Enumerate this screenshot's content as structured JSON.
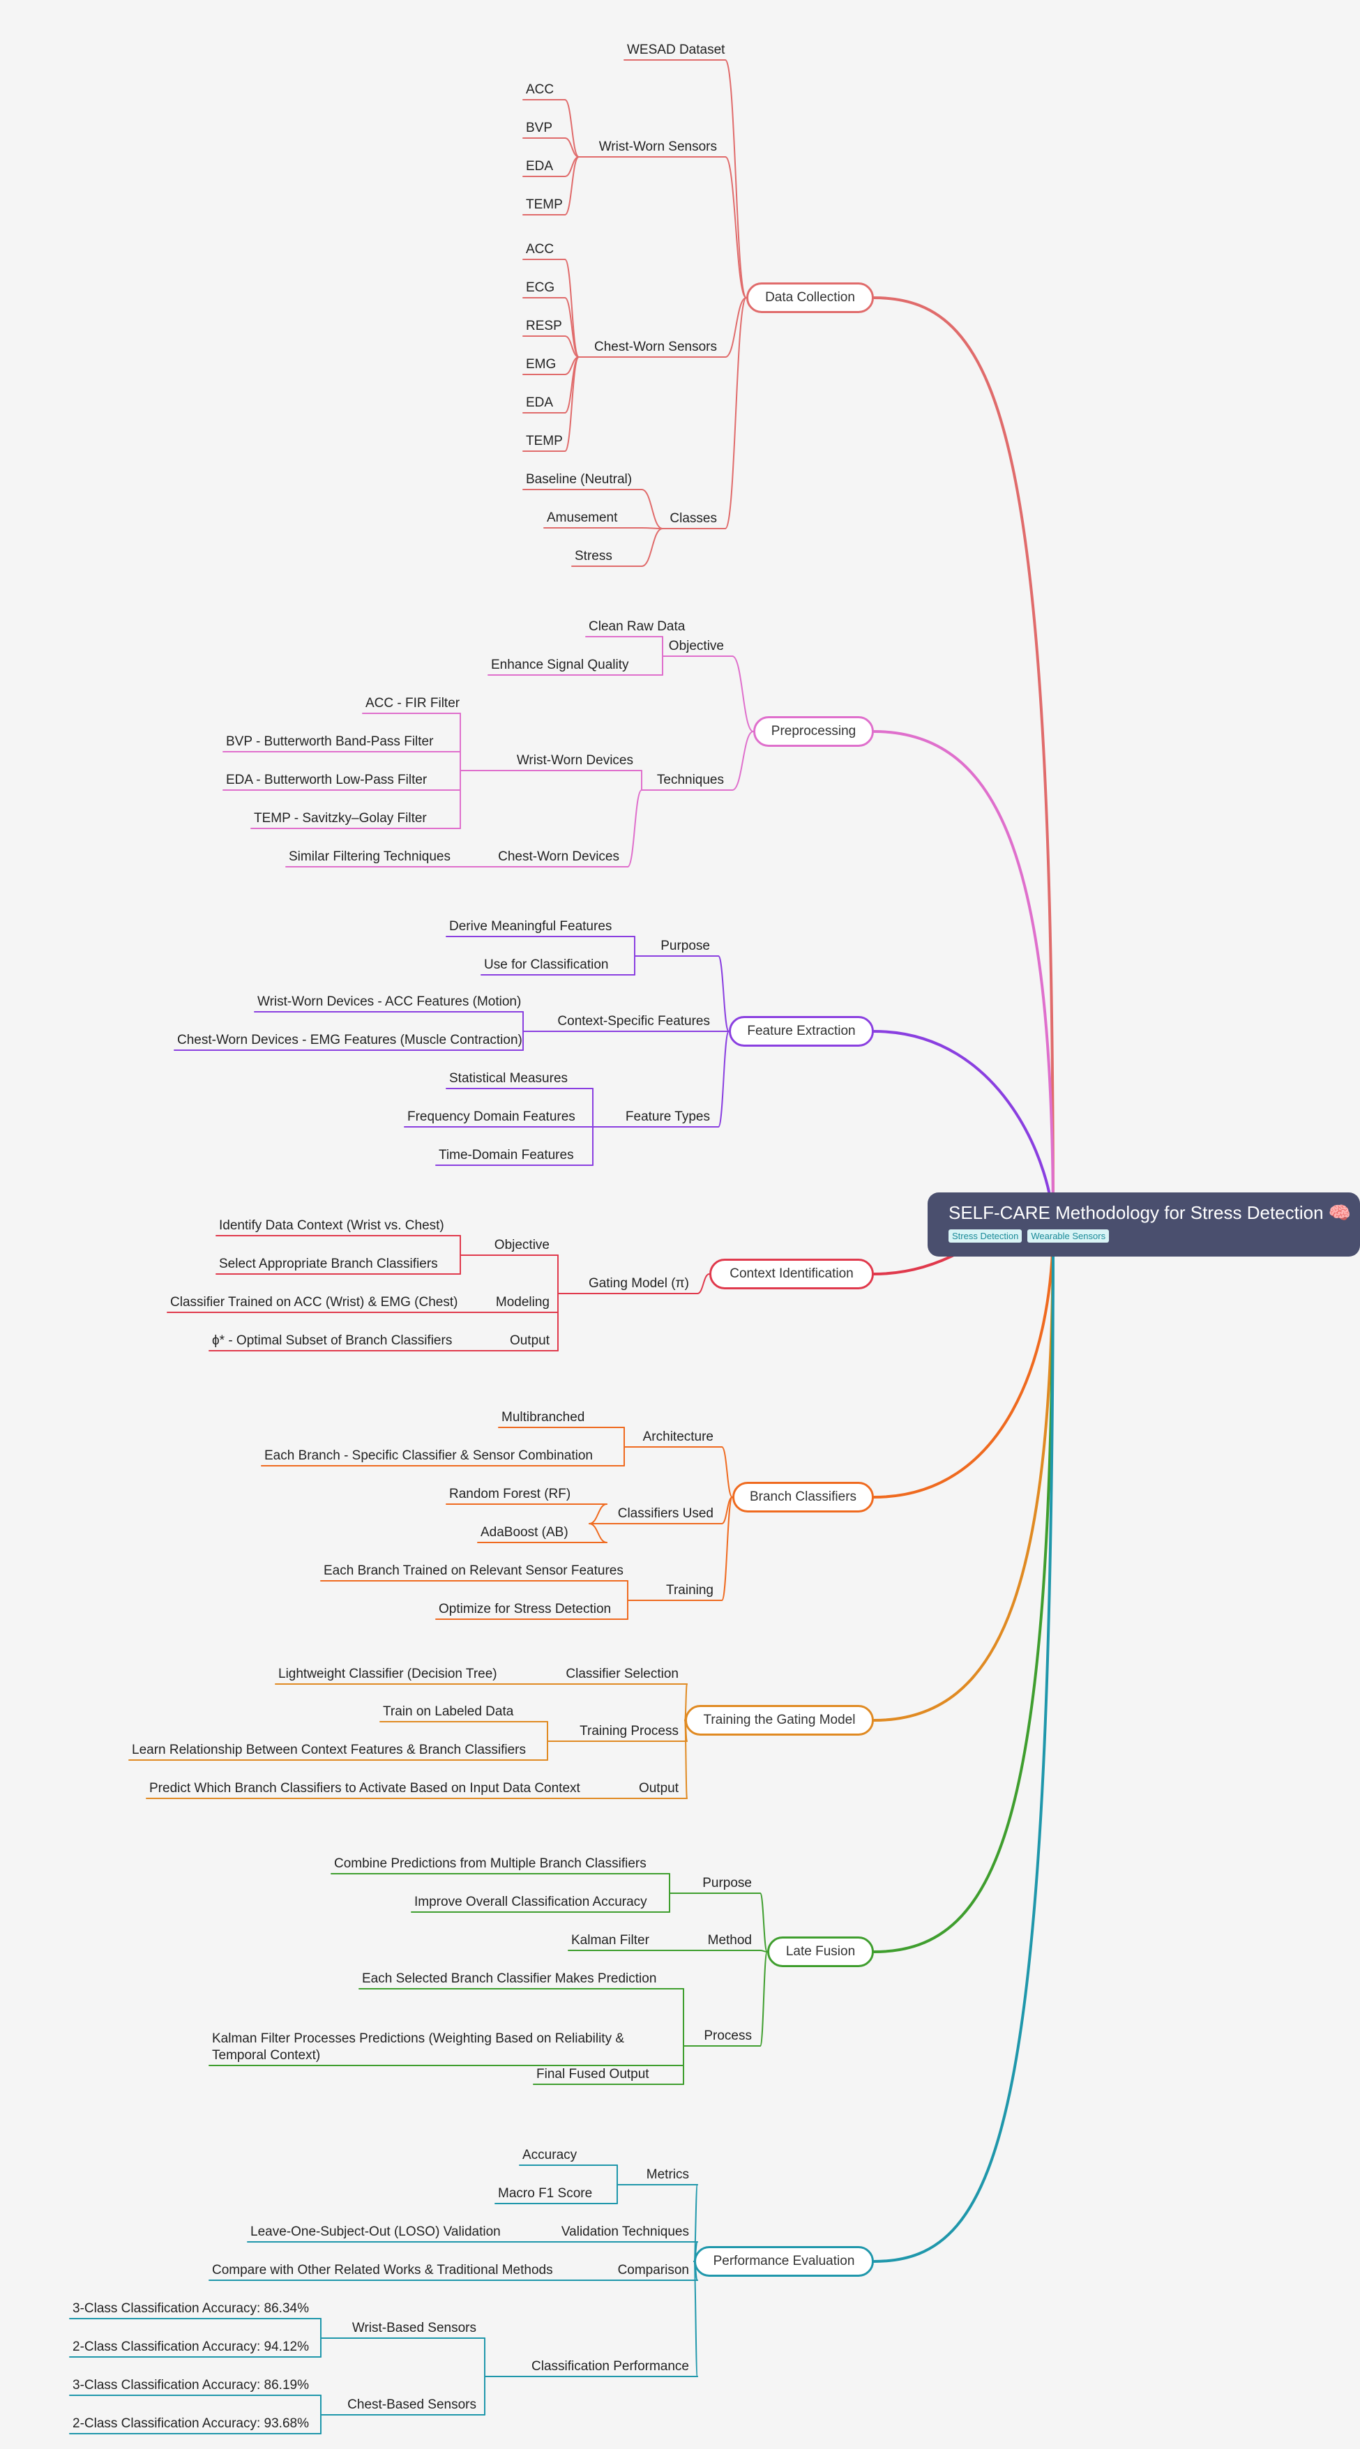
{
  "root": {
    "title": "SELF-CARE Methodology for Stress Detection 🧠",
    "tags": [
      "Stress Detection",
      "Wearable Sensors"
    ]
  },
  "branches": [
    {
      "label": "Data Collection",
      "color": "#e06b6b",
      "children": [
        {
          "label": "WESAD Dataset"
        },
        {
          "label": "Wrist-Worn Sensors",
          "children": [
            {
              "label": "ACC"
            },
            {
              "label": "BVP"
            },
            {
              "label": "EDA"
            },
            {
              "label": "TEMP"
            }
          ]
        },
        {
          "label": "Chest-Worn Sensors",
          "children": [
            {
              "label": "ACC"
            },
            {
              "label": "ECG"
            },
            {
              "label": "RESP"
            },
            {
              "label": "EMG"
            },
            {
              "label": "EDA"
            },
            {
              "label": "TEMP"
            }
          ]
        },
        {
          "label": "Classes",
          "children": [
            {
              "label": "Baseline (Neutral)"
            },
            {
              "label": "Amusement"
            },
            {
              "label": "Stress"
            }
          ]
        }
      ]
    },
    {
      "label": "Preprocessing",
      "color": "#df6fcc",
      "children": [
        {
          "label": "Objective",
          "children": [
            {
              "label": "Clean Raw Data"
            },
            {
              "label": "Enhance Signal Quality"
            }
          ]
        },
        {
          "label": "Techniques",
          "children": [
            {
              "label": "Wrist-Worn Devices",
              "children": [
                {
                  "label": "ACC - FIR Filter"
                },
                {
                  "label": "BVP - Butterworth Band-Pass Filter"
                },
                {
                  "label": "EDA - Butterworth Low-Pass Filter"
                },
                {
                  "label": "TEMP - Savitzky–Golay Filter"
                }
              ]
            },
            {
              "label": "Chest-Worn Devices",
              "children": [
                {
                  "label": "Similar Filtering Techniques"
                }
              ]
            }
          ]
        }
      ]
    },
    {
      "label": "Feature Extraction",
      "color": "#8a3fe0",
      "children": [
        {
          "label": "Purpose",
          "children": [
            {
              "label": "Derive Meaningful Features"
            },
            {
              "label": "Use for Classification"
            }
          ]
        },
        {
          "label": "Context-Specific Features",
          "children": [
            {
              "label": "Wrist-Worn Devices - ACC Features (Motion)"
            },
            {
              "label": "Chest-Worn Devices - EMG Features (Muscle Contraction)"
            }
          ]
        },
        {
          "label": "Feature Types",
          "children": [
            {
              "label": "Statistical Measures"
            },
            {
              "label": "Frequency Domain Features"
            },
            {
              "label": "Time-Domain Features"
            }
          ]
        }
      ]
    },
    {
      "label": "Context Identification",
      "color": "#e0394c",
      "children": [
        {
          "label": "Gating Model (π)",
          "children": [
            {
              "label": "Objective",
              "children": [
                {
                  "label": "Identify Data Context (Wrist vs. Chest)"
                },
                {
                  "label": "Select Appropriate Branch Classifiers"
                }
              ]
            },
            {
              "label": "Modeling",
              "children": [
                {
                  "label": "Classifier Trained on ACC (Wrist) & EMG (Chest)"
                }
              ]
            },
            {
              "label": "Output",
              "children": [
                {
                  "label": "ϕ* - Optimal Subset of Branch Classifiers"
                }
              ]
            }
          ]
        }
      ]
    },
    {
      "label": "Branch Classifiers",
      "color": "#ef6a1f",
      "children": [
        {
          "label": "Architecture",
          "children": [
            {
              "label": "Multibranched"
            },
            {
              "label": "Each Branch - Specific Classifier & Sensor Combination"
            }
          ]
        },
        {
          "label": "Classifiers Used",
          "children": [
            {
              "label": "Random Forest (RF)"
            },
            {
              "label": "AdaBoost (AB)"
            }
          ]
        },
        {
          "label": "Training",
          "children": [
            {
              "label": "Each Branch Trained on Relevant Sensor Features"
            },
            {
              "label": "Optimize for Stress Detection"
            }
          ]
        }
      ]
    },
    {
      "label": "Training the Gating Model",
      "color": "#e08a22",
      "children": [
        {
          "label": "Classifier Selection",
          "children": [
            {
              "label": "Lightweight Classifier (Decision Tree)"
            }
          ]
        },
        {
          "label": "Training Process",
          "children": [
            {
              "label": "Train on Labeled Data"
            },
            {
              "label": "Learn Relationship Between Context Features & Branch Classifiers"
            }
          ]
        },
        {
          "label": "Output",
          "children": [
            {
              "label": "Predict Which Branch Classifiers to Activate Based on Input Data Context"
            }
          ]
        }
      ]
    },
    {
      "label": "Late Fusion",
      "color": "#3f9e2e",
      "children": [
        {
          "label": "Purpose",
          "children": [
            {
              "label": "Combine Predictions from Multiple Branch Classifiers"
            },
            {
              "label": "Improve Overall Classification Accuracy"
            }
          ]
        },
        {
          "label": "Method",
          "children": [
            {
              "label": "Kalman Filter"
            }
          ]
        },
        {
          "label": "Process",
          "children": [
            {
              "label": "Each Selected Branch Classifier Makes Prediction"
            },
            {
              "label": "Kalman Filter Processes Predictions (Weighting Based on Reliability & Temporal Context)"
            },
            {
              "label": "Final Fused Output"
            }
          ]
        }
      ]
    },
    {
      "label": "Performance Evaluation",
      "color": "#1f97ab",
      "children": [
        {
          "label": "Metrics",
          "children": [
            {
              "label": "Accuracy"
            },
            {
              "label": "Macro F1 Score"
            }
          ]
        },
        {
          "label": "Validation Techniques",
          "children": [
            {
              "label": "Leave-One-Subject-Out (LOSO) Validation"
            }
          ]
        },
        {
          "label": "Comparison",
          "children": [
            {
              "label": "Compare with Other Related Works & Traditional Methods"
            }
          ]
        },
        {
          "label": "Classification Performance",
          "children": [
            {
              "label": "Wrist-Based Sensors",
              "children": [
                {
                  "label": "3-Class Classification Accuracy: 86.34%"
                },
                {
                  "label": "2-Class Classification Accuracy: 94.12%"
                }
              ]
            },
            {
              "label": "Chest-Based Sensors",
              "children": [
                {
                  "label": "3-Class Classification Accuracy: 86.19%"
                },
                {
                  "label": "2-Class Classification Accuracy: 93.68%"
                }
              ]
            }
          ]
        }
      ]
    }
  ]
}
